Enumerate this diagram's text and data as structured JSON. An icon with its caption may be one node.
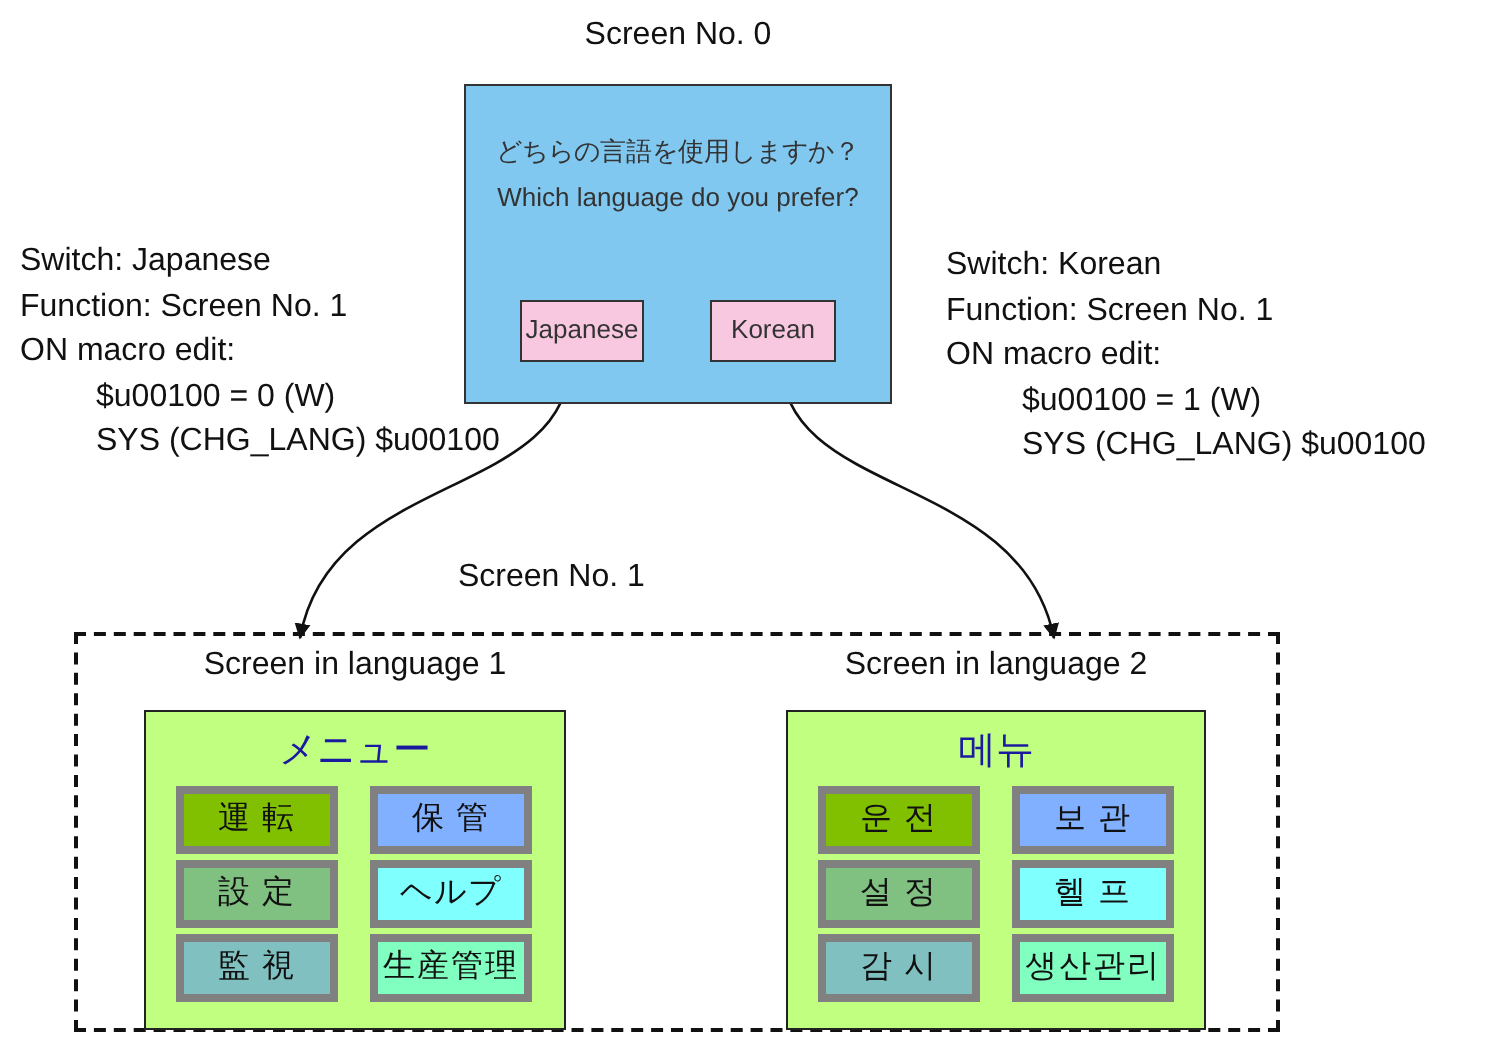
{
  "diagram": {
    "nodes": [
      {
        "text": [
          "Screen No. 0",
          "どちらの言語を使用しますか？",
          "Which language do you prefer?"
        ]
      },
      {
        "text": [
          "Japanese"
        ],
        "in": 0,
        "beside": [
          "Switch: Japanese",
          "Function: Screen No. 1",
          "ON macro edit:",
          "$u00100 = 0 (W)",
          "SYS (CHG_LANG) $u00100"
        ]
      },
      {
        "text": [
          "Korean"
        ],
        "in": 0,
        "beside": [
          "Switch: Korean",
          "Function: Screen No. 1",
          "ON macro edit:",
          "$u00100 = 1 (W)",
          "SYS (CHG_LANG) $u00100"
        ]
      },
      {
        "text": [
          "Screen No. 1"
        ]
      },
      {
        "text": [
          "Screen in language 1",
          "メニュー"
        ],
        "in": 3
      },
      {
        "text": [
          "運 転"
        ],
        "in": 4
      },
      {
        "text": [
          "保 管"
        ],
        "in": 4
      },
      {
        "text": [
          "設 定"
        ],
        "in": 4
      },
      {
        "text": [
          "ヘルプ"
        ],
        "in": 4
      },
      {
        "text": [
          "監 視"
        ],
        "in": 4
      },
      {
        "text": [
          "生産管理"
        ],
        "in": 4
      },
      {
        "text": [
          "Screen in language 2",
          "메뉴"
        ],
        "in": 3
      },
      {
        "text": [
          "운 전"
        ],
        "in": 11
      },
      {
        "text": [
          "보 관"
        ],
        "in": 11
      },
      {
        "text": [
          "설 정"
        ],
        "in": 11
      },
      {
        "text": [
          "헬 프"
        ],
        "in": 11
      },
      {
        "text": [
          "감 시"
        ],
        "in": 11
      },
      {
        "text": [
          "생산관리"
        ],
        "in": 11
      }
    ],
    "edges": [
      {
        "from": 1,
        "to": 4,
        "arrow": "to"
      },
      {
        "from": 2,
        "to": 11,
        "arrow": "to"
      }
    ]
  }
}
